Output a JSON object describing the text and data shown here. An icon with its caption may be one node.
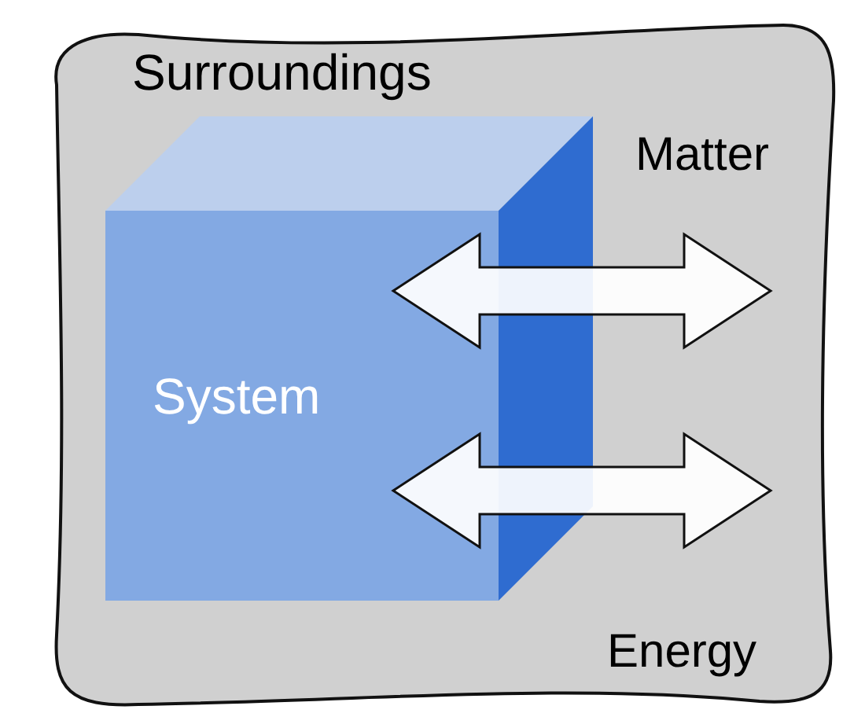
{
  "diagram": {
    "nodes": [
      {
        "text": [
          "Surroundings"
        ]
      },
      {
        "text": [
          "System"
        ],
        "in": 0
      }
    ],
    "edges": [
      {
        "from": 1,
        "to": 0,
        "arrow": "both",
        "label": "Matter"
      },
      {
        "from": 1,
        "to": 0,
        "arrow": "both",
        "label": "Energy"
      }
    ]
  }
}
